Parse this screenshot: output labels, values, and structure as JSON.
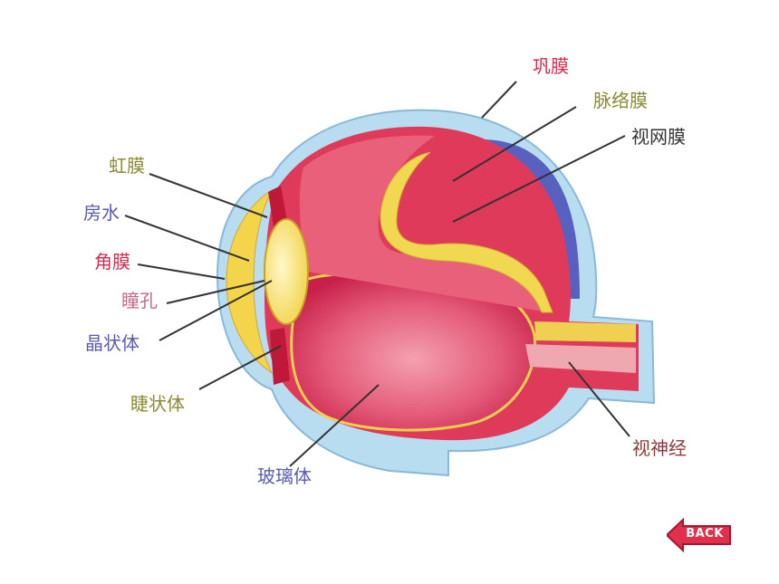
{
  "labels": {
    "sclera": "巩膜",
    "choroid": "脉络膜",
    "retina": "视网膜",
    "iris": "虹膜",
    "aqueous_humor": "房水",
    "cornea": "角膜",
    "pupil": "瞳孔",
    "lens": "晶状体",
    "ciliary_body": "睫状体",
    "vitreous_body": "玻璃体",
    "optic_nerve": "视神经"
  },
  "label_colors": {
    "sclera": "#d42a4e",
    "choroid": "#8a8a34",
    "retina": "#333333",
    "iris": "#8a8a34",
    "aqueous_humor": "#5a5ab0",
    "cornea": "#d42a4e",
    "pupil": "#c06a8a",
    "lens": "#5a5ab0",
    "ciliary_body": "#8a8a34",
    "vitreous_body": "#5a5ab0",
    "optic_nerve": "#8a3a3a"
  },
  "back_button": {
    "label": "BACK",
    "color": "#e0304a"
  }
}
